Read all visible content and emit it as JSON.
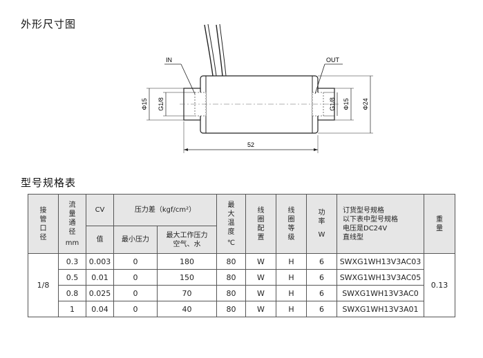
{
  "titles": {
    "drawing": "外形尺寸图",
    "table": "型号规格表"
  },
  "drawing": {
    "in_label": "IN",
    "out_label": "OUT",
    "left_dia": "Φ15",
    "left_thread": "G1/8",
    "right_thread": "G1/8",
    "right_dia": "Φ15",
    "body_dia": "Φ24",
    "length": "52"
  },
  "table": {
    "headers": {
      "port": [
        "接",
        "管",
        "口",
        "径"
      ],
      "flow": [
        "流",
        "量",
        "通",
        "径"
      ],
      "flow_unit": "mm",
      "cv": "CV",
      "cv_sub": "值",
      "pressure": "压力差（kgf/cm²）",
      "min_pressure": "最小压力",
      "max_pressure_l1": "最大工作压力",
      "max_pressure_l2": "空气、水",
      "temp": [
        "最",
        "大",
        "温",
        "度"
      ],
      "temp_unit": "℃",
      "coil_config": [
        "线",
        "圈",
        "配",
        "置"
      ],
      "coil_grade": [
        "线",
        "圈",
        "等",
        "级"
      ],
      "power": [
        "功",
        "率"
      ],
      "power_unit": "W",
      "model_l1": "订货型号规格",
      "model_l2": "以下表中型号规格",
      "model_l3": "电压是DC24V",
      "model_l4": "直线型",
      "weight": [
        "重",
        "量"
      ]
    },
    "port_value": "1/8",
    "weight_value": "0.13",
    "rows": [
      {
        "flow": "0.3",
        "cv": "0.003",
        "min": "0",
        "max": "180",
        "temp": "80",
        "coil": "W",
        "grade": "H",
        "power": "6",
        "model": "SWXG1WH13V3AC03"
      },
      {
        "flow": "0.5",
        "cv": "0.01",
        "min": "0",
        "max": "150",
        "temp": "80",
        "coil": "W",
        "grade": "H",
        "power": "6",
        "model": "SWXG1WH13V3AC05"
      },
      {
        "flow": "0.8",
        "cv": "0.025",
        "min": "0",
        "max": "70",
        "temp": "80",
        "coil": "W",
        "grade": "H",
        "power": "6",
        "model": "SWXG1WH13V3AC0"
      },
      {
        "flow": "1",
        "cv": "0.04",
        "min": "0",
        "max": "40",
        "temp": "80",
        "coil": "W",
        "grade": "H",
        "power": "6",
        "model": "SWXG1WH13V3A01"
      }
    ]
  }
}
